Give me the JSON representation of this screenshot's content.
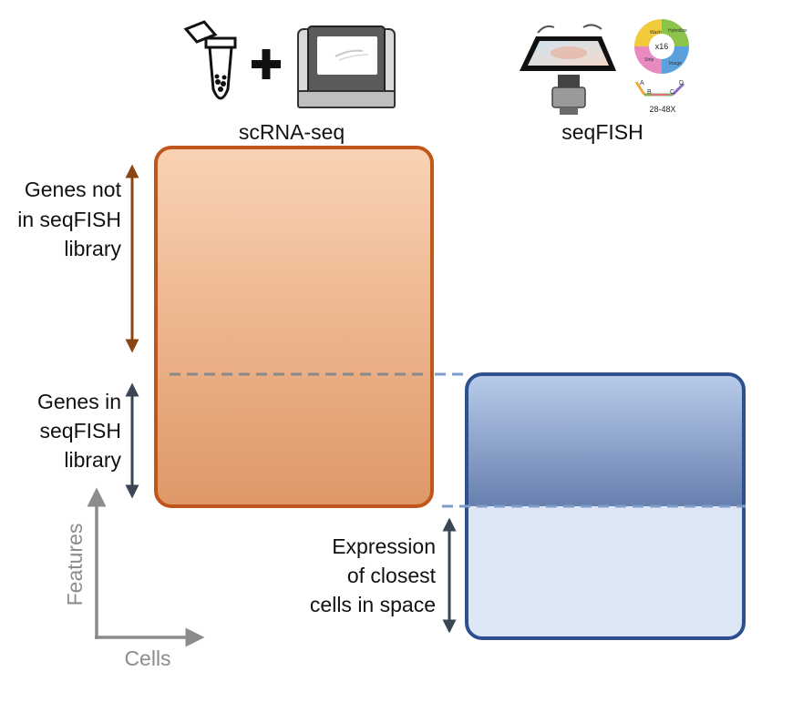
{
  "headers": {
    "scrna_label": "scRNA-seq",
    "seqfish_label": "seqFISH"
  },
  "icons": {
    "tube": "microcentrifuge-tube-icon",
    "plus": "plus-icon",
    "sequencer": "sequencer-machine-icon",
    "microscope": "microscope-with-flow-cell-icon",
    "cycle": "hybridization-cycle-icon"
  },
  "cycle_diagram": {
    "center_label": "x16",
    "segments": [
      "Wash",
      "Hybridize",
      "Image",
      "Strip"
    ],
    "barcode_letters": [
      "A",
      "B",
      "C",
      "D"
    ],
    "rounds_label": "28-48X"
  },
  "annotations": {
    "genes_not_in_library": [
      "Genes not",
      "in seqFISH",
      "library"
    ],
    "genes_in_library": [
      "Genes in",
      "seqFISH",
      "library"
    ],
    "expression_closest": [
      "Expression",
      "of closest",
      "cells in space"
    ]
  },
  "axes": {
    "y_label": "Features",
    "x_label": "Cells"
  },
  "colors": {
    "scrna_border": "#c0561b",
    "scrna_fill_top": "#f8cfae",
    "scrna_fill_bottom": "#e0986a",
    "seqfish_border": "#2e5090",
    "seqfish_fill_top": "#b4c8e8",
    "seqfish_fill_bottom": "#6a82b2",
    "imputed_fill": "#dde6f4",
    "brown_arrow": "#8b4513",
    "slate_arrow": "#3a4654",
    "axis_gray": "#8c8c8c"
  }
}
